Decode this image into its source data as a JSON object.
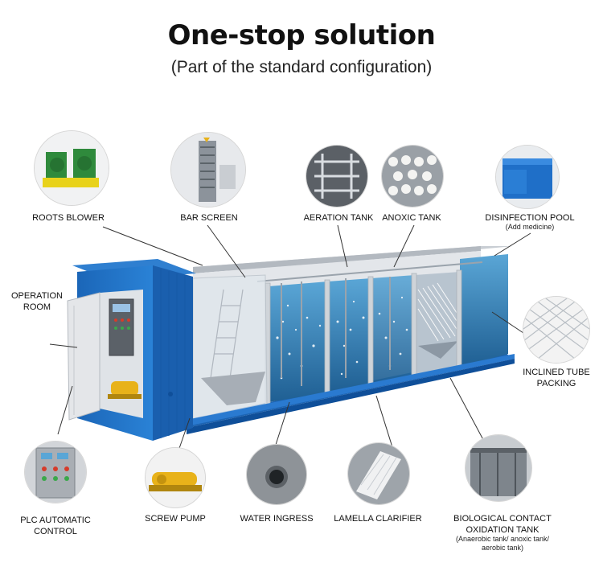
{
  "header": {
    "title": "One-stop solution",
    "subtitle": "(Part of the standard configuration)"
  },
  "labels": {
    "roots_blower": "ROOTS BLOWER",
    "bar_screen": "BAR SCREEN",
    "aeration_tank": "AERATION TANK",
    "anoxic_tank": "ANOXIC TANK",
    "disinfection_pool": "DISINFECTION POOL",
    "disinfection_note": "(Add medicine)",
    "operation_room_1": "OPERATION",
    "operation_room_2": "ROOM",
    "inclined_tube_1": "INCLINED TUBE",
    "inclined_tube_2": "PACKING",
    "plc_1": "PLC AUTOMATIC",
    "plc_2": "CONTROL",
    "screw_pump": "SCREW PUMP",
    "water_ingress": "WATER INGRESS",
    "lamella_clarifier": "LAMELLA CLARIFIER",
    "bio_contact_1": "BIOLOGICAL CONTACT",
    "bio_contact_2": "OXIDATION TANK",
    "bio_note_1": "(Anaerobic tank/ anoxic tank/",
    "bio_note_2": "aerobic tank)"
  },
  "colors": {
    "container_blue": "#1d6fc4",
    "container_dark": "#0f4f99",
    "water": "#2f7fb8",
    "equipment_yellow": "#e8b21a",
    "machine_green": "#2f8a3c"
  }
}
